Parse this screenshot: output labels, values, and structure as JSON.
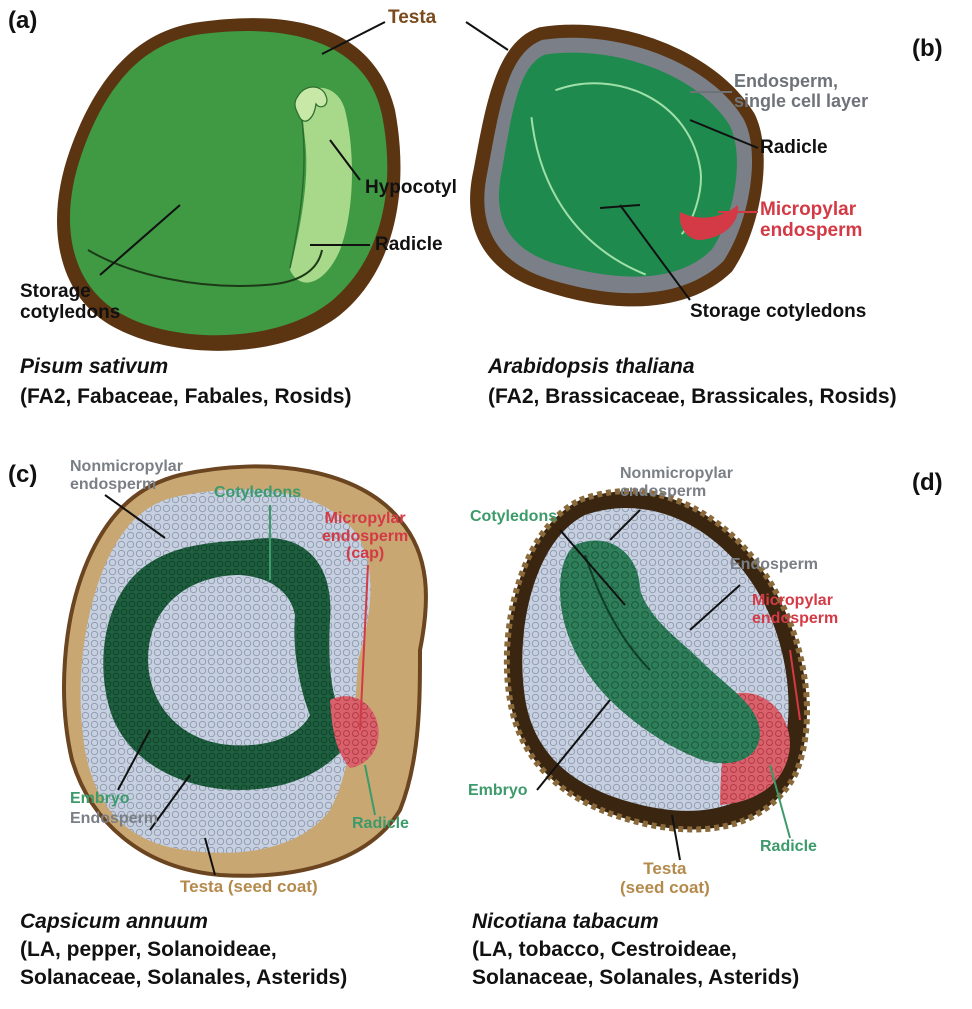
{
  "panels": {
    "a": {
      "letter": "(a)",
      "labels": {
        "testa": "Testa",
        "hypocotyl": "Hypocotyl",
        "radicle": "Radicle",
        "storage_cotyledons": "Storage\ncotyledons"
      },
      "species": "Pisum sativum",
      "taxonomy": "(FA2, Fabaceae, Fabales, Rosids)"
    },
    "b": {
      "letter": "(b)",
      "labels": {
        "endosperm": "Endosperm,\nsingle cell layer",
        "radicle": "Radicle",
        "micropylar_endosperm": "Micropylar\nendosperm",
        "storage_cotyledons": "Storage cotyledons"
      },
      "species": "Arabidopsis thaliana",
      "taxonomy": "(FA2, Brassicaceae, Brassicales, Rosids)"
    },
    "c": {
      "letter": "(c)",
      "labels": {
        "nonmicropylar_endosperm": "Nonmicropylar\nendosperm",
        "cotyledons": "Cotyledons",
        "micropylar_endosperm_cap": "Micropylar\nendosperm\n(cap)",
        "embryo": "Embryo",
        "endosperm": "Endosperm",
        "radicle": "Radicle",
        "testa": "Testa (seed coat)"
      },
      "species": "Capsicum annuum",
      "taxonomy_line1": "(LA, pepper, Solanoideae,",
      "taxonomy_line2": "Solanaceae, Solanales, Asterids)"
    },
    "d": {
      "letter": "(d)",
      "labels": {
        "nonmicropylar_endosperm": "Nonmicropylar\nendosperm",
        "cotyledons": "Cotyledons",
        "endosperm": "Endosperm",
        "micropylar_endosperm": "Micropylar\nendosperm",
        "embryo": "Embryo",
        "testa": "Testa\n(seed coat)",
        "radicle": "Radicle"
      },
      "species": "Nicotiana tabacum",
      "taxonomy_line1": "(LA, tobacco, Cestroideae,",
      "taxonomy_line2": "Solanaceae, Solanales, Asterids)"
    }
  },
  "colors": {
    "testa_brown": "#5b3512",
    "embryo_green": "#3f9a43",
    "embryo_light": "#a8d88a",
    "endosperm_grey": "#7b8088",
    "micropylar_red": "#d33a45",
    "arabidopsis_green": "#1f8a4e",
    "cell_endosperm": "#c9d3e3",
    "dark_embryo": "#1d5e3c"
  }
}
